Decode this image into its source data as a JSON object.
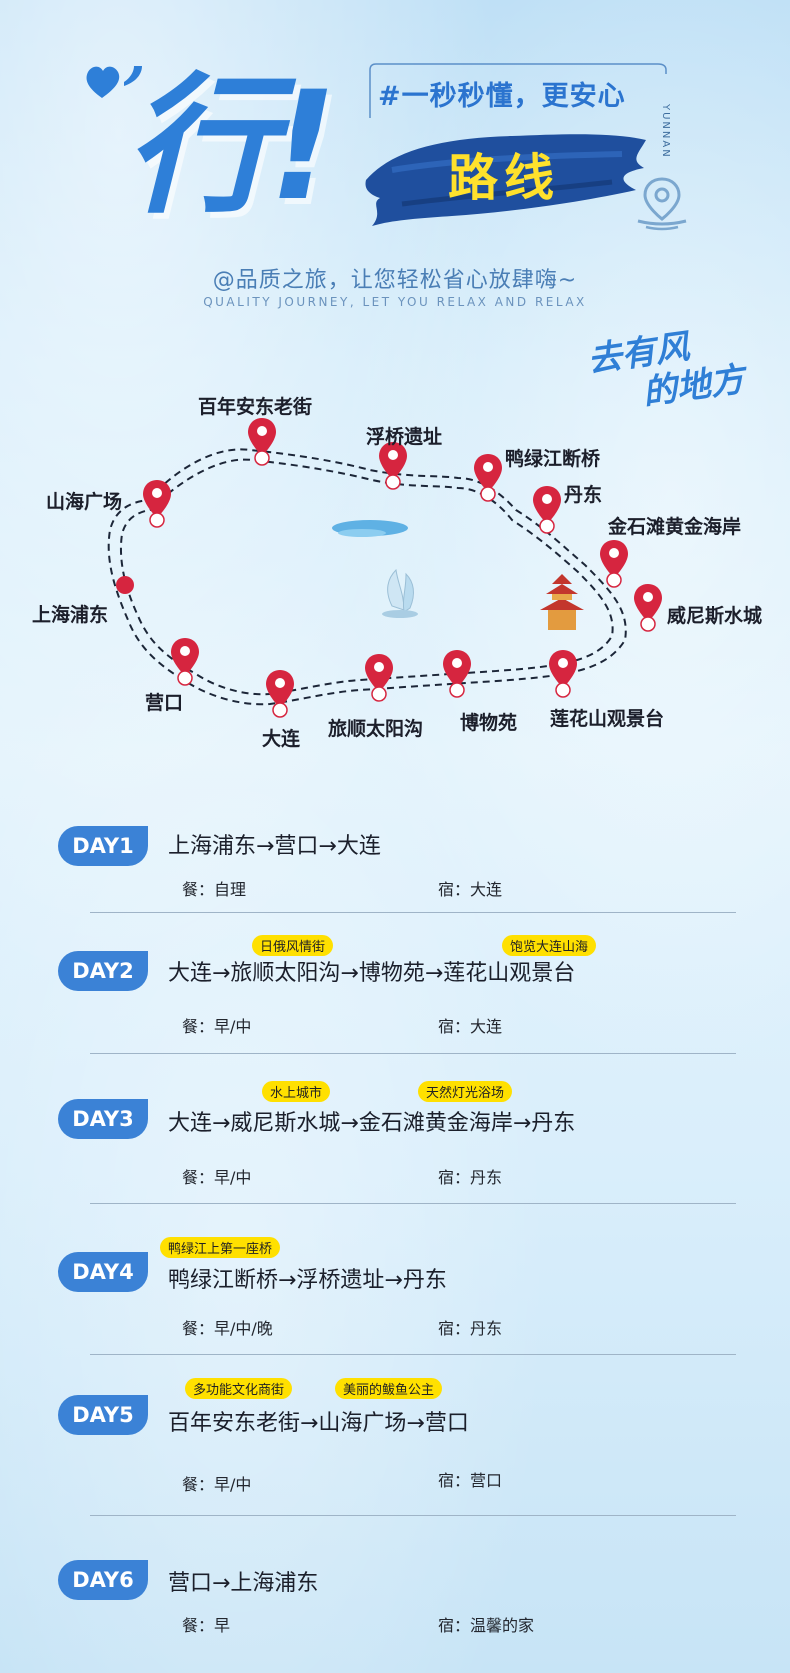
{
  "header": {
    "hero_char": "行!",
    "tagline": "#一秒秒懂，更安心",
    "side_text": "YUNNAN",
    "title": "路线",
    "subtitle": "@品质之旅，让您轻松省心放肆嗨~",
    "subtitle_en": "QUALITY JOURNEY, LET YOU RELAX AND RELAX",
    "slogan_line1": "去有风",
    "slogan_line2": "的地方"
  },
  "colors": {
    "accent_blue": "#3b82d6",
    "title_yellow": "#ffe12c",
    "pin_red": "#d6253f",
    "highlight_yellow": "#ffe000"
  },
  "map": {
    "labels": {
      "bainian": "百年安东老街",
      "fuqiao": "浮桥遗址",
      "yalujiang": "鸭绿江断桥",
      "shanhai": "山海广场",
      "dandong": "丹东",
      "jinshitan": "金石滩黄金海岸",
      "shanghai": "上海浦东",
      "weinisi": "威尼斯水城",
      "yingkou": "营口",
      "lianhuashan": "莲花山观景台",
      "dalian": "大连",
      "lvshun": "旅顺太阳沟",
      "bowuyuan": "博物苑"
    }
  },
  "itinerary": [
    {
      "day": "DAY1",
      "route": "上海浦东→营口→大连",
      "meal": "餐：自理",
      "stay": "宿：大连",
      "tags": []
    },
    {
      "day": "DAY2",
      "route": "大连→旅顺太阳沟→博物苑→莲花山观景台",
      "meal": "餐：早/中",
      "stay": "宿：大连",
      "tags": [
        "日俄风情街",
        "饱览大连山海"
      ]
    },
    {
      "day": "DAY3",
      "route": "大连→威尼斯水城→金石滩黄金海岸→丹东",
      "meal": "餐：早/中",
      "stay": "宿：丹东",
      "tags": [
        "水上城市",
        "天然灯光浴场"
      ]
    },
    {
      "day": "DAY4",
      "route": "鸭绿江断桥→浮桥遗址→丹东",
      "meal": "餐：早/中/晚",
      "stay": "宿：丹东",
      "tags": [
        "鸭绿江上第一座桥"
      ]
    },
    {
      "day": "DAY5",
      "route": "百年安东老街→山海广场→营口",
      "meal": "餐：早/中",
      "stay": "宿：营口",
      "tags": [
        "多功能文化商街",
        "美丽的鲅鱼公主"
      ]
    },
    {
      "day": "DAY6",
      "route": "营口→上海浦东",
      "meal": "餐：早",
      "stay": "宿：温馨的家",
      "tags": []
    }
  ]
}
